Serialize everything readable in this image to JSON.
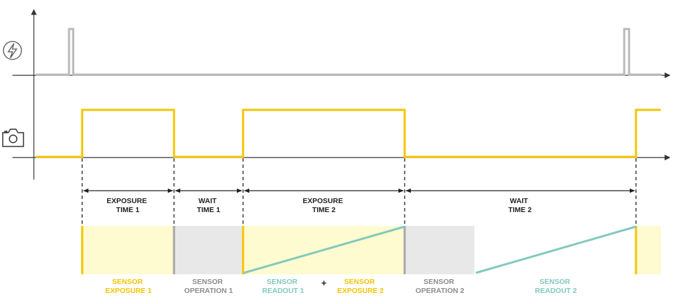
{
  "colors": {
    "flash": "#b8b8b8",
    "camera": "#f5c400",
    "exposure_fill": "#fdfbcf",
    "operation_fill": "#e8e8e8",
    "readout": "#82c9bd",
    "axis": "#333333"
  },
  "icons": {
    "flash": "lightning-bolt-icon",
    "camera": "camera-icon"
  },
  "intervals": [
    {
      "line1": "EXPOSURE",
      "line2": "TIME 1"
    },
    {
      "line1": "WAIT",
      "line2": "TIME 1"
    },
    {
      "line1": "EXPOSURE",
      "line2": "TIME 2"
    },
    {
      "line1": "WAIT",
      "line2": "TIME 2"
    }
  ],
  "phases": {
    "sensor_exposure_1": {
      "line1": "SENSOR",
      "line2": "EXPOSURE 1"
    },
    "sensor_operation_1": {
      "line1": "SENSOR",
      "line2": "OPERATION 1"
    },
    "sensor_readout_1": {
      "line1": "SENSOR",
      "line2": "READOUT 1"
    },
    "plus": "+",
    "sensor_exposure_2": {
      "line1": "SENSOR",
      "line2": "EXPOSURE 2"
    },
    "sensor_operation_2": {
      "line1": "SENSOR",
      "line2": "OPERATION 2"
    },
    "sensor_readout_2": {
      "line1": "SENSOR",
      "line2": "READOUT 2"
    }
  }
}
